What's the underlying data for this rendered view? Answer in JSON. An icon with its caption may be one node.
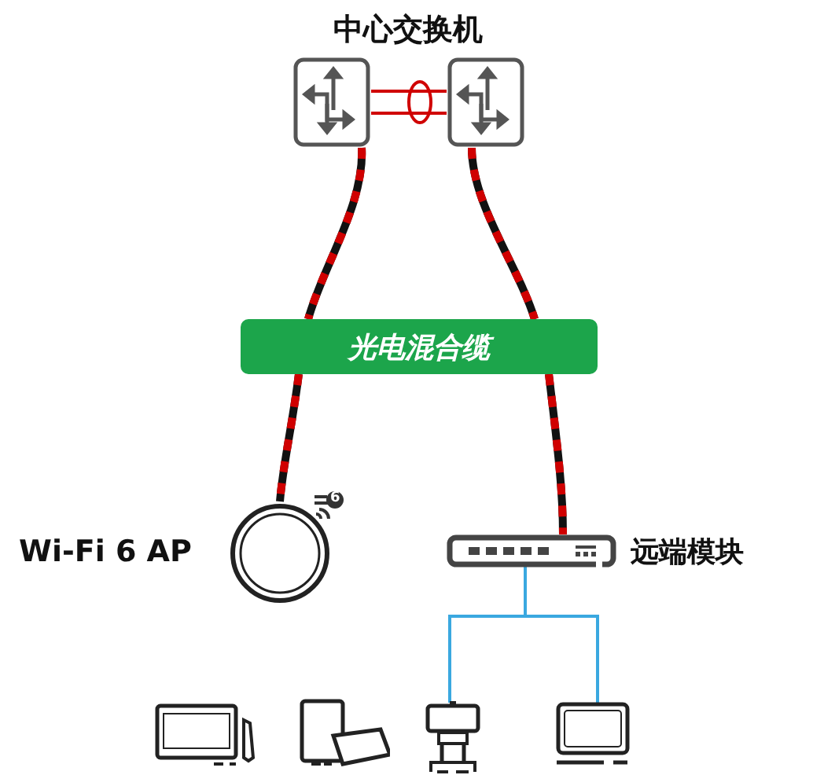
{
  "diagram": {
    "title": "中心交换机",
    "nodes": [
      {
        "text": [],
        "shape": "box"
      },
      {
        "text": [],
        "shape": "box"
      },
      {
        "text": [
          "光电混合缆"
        ]
      },
      {
        "text": [],
        "shape": "circle",
        "beside": [
          "Wi-Fi 6 AP"
        ]
      },
      {
        "text": [],
        "shape": "box",
        "beside": [
          "远端模块"
        ]
      },
      {
        "text": [],
        "shape": "picture"
      },
      {
        "text": [],
        "shape": "picture"
      },
      {
        "text": [],
        "shape": "picture"
      },
      {
        "text": [],
        "shape": "picture"
      }
    ],
    "edges": [
      {
        "from": 0,
        "to": 1,
        "arrow": "none",
        "color": "#d00000"
      },
      {
        "from": 0,
        "to": 2,
        "arrow": "none"
      },
      {
        "from": 2,
        "to": 3,
        "arrow": "none"
      },
      {
        "from": 1,
        "to": 2,
        "arrow": "none"
      },
      {
        "from": 2,
        "to": 4,
        "arrow": "none"
      },
      {
        "from": 4,
        "to": 7,
        "arrow": "none",
        "color": "#3aa8e0"
      },
      {
        "from": 4,
        "to": 8,
        "arrow": "none",
        "color": "#3aa8e0"
      }
    ],
    "labels": [
      "6"
    ]
  }
}
